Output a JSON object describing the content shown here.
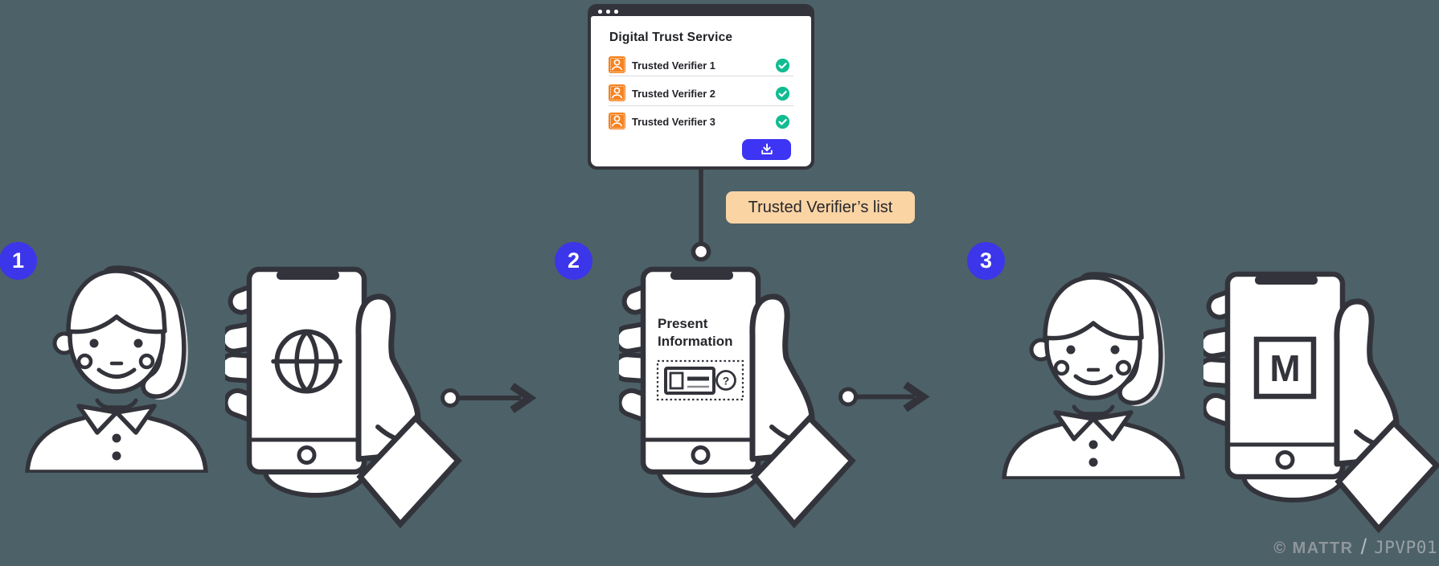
{
  "colors": {
    "background": "#4d6168",
    "outline": "#33343b",
    "window_header": "#33343b",
    "icon_orange": "#f6821f",
    "check_green": "#12bc92",
    "badge_blue": "#3b36e9",
    "download_button_blue": "#3e34f3",
    "callout_bg": "#fbd4a4",
    "hair_shadow": "#d9d9dd"
  },
  "window": {
    "title": "Digital Trust Service",
    "verifier_rows": [
      {
        "label": "Trusted Verifier 1",
        "icon": "person-icon",
        "status_icon": "verified-check-icon"
      },
      {
        "label": "Trusted Verifier 2",
        "icon": "person-icon",
        "status_icon": "verified-check-icon"
      },
      {
        "label": "Trusted Verifier 3",
        "icon": "person-icon",
        "status_icon": "verified-check-icon"
      }
    ],
    "download_button_icon": "download-icon"
  },
  "callout": {
    "label": "Trusted Verifier’s list"
  },
  "steps": [
    {
      "number": "1",
      "phone_screen": "globe-icon"
    },
    {
      "number": "2",
      "phone_screen": "credential-card",
      "screen_lines": [
        "Present",
        "Information"
      ],
      "question_mark": "?"
    },
    {
      "number": "3",
      "phone_screen": "mattr-logo",
      "logo_letter": "M"
    }
  ],
  "footer": {
    "brand": "© MATTR",
    "separator": "/",
    "code": "JPVP01"
  }
}
